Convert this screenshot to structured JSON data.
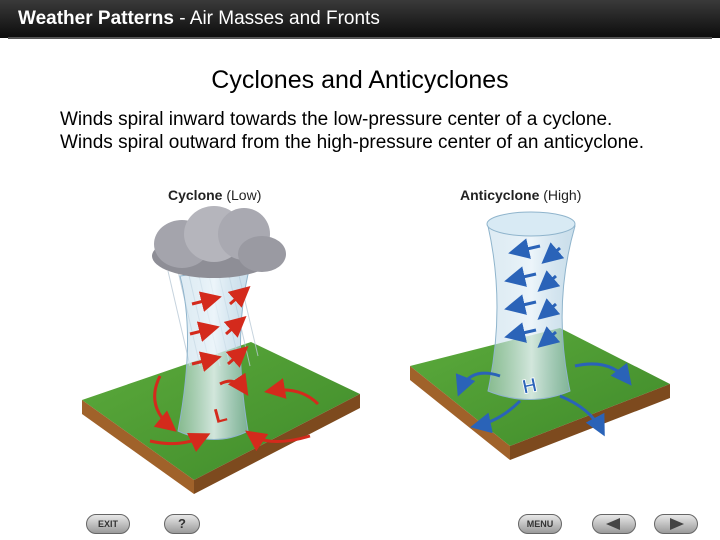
{
  "header": {
    "title_bold": "Weather Patterns",
    "title_rest": " - Air Masses and Fronts"
  },
  "slide": {
    "title": "Cyclones and Anticyclones",
    "body": "Winds spiral inward towards the low-pressure center of a cyclone. Winds spiral outward from the high-pressure center of an anticyclone."
  },
  "figure": {
    "cyclone_label": "Cyclone",
    "cyclone_paren": "(Low)",
    "anticyclone_label": "Anticyclone",
    "anticyclone_paren": "(High)",
    "low_marker": "L",
    "high_marker": "H"
  },
  "nav": {
    "exit": "EXIT",
    "help": "?",
    "menu": "MENU"
  },
  "colors": {
    "header_bg": "#1a1a1a",
    "ground_green": "#4a9a2e",
    "soil_brown": "#a0622a",
    "wind_red": "#d42a1c",
    "wind_blue": "#2a63b8"
  }
}
